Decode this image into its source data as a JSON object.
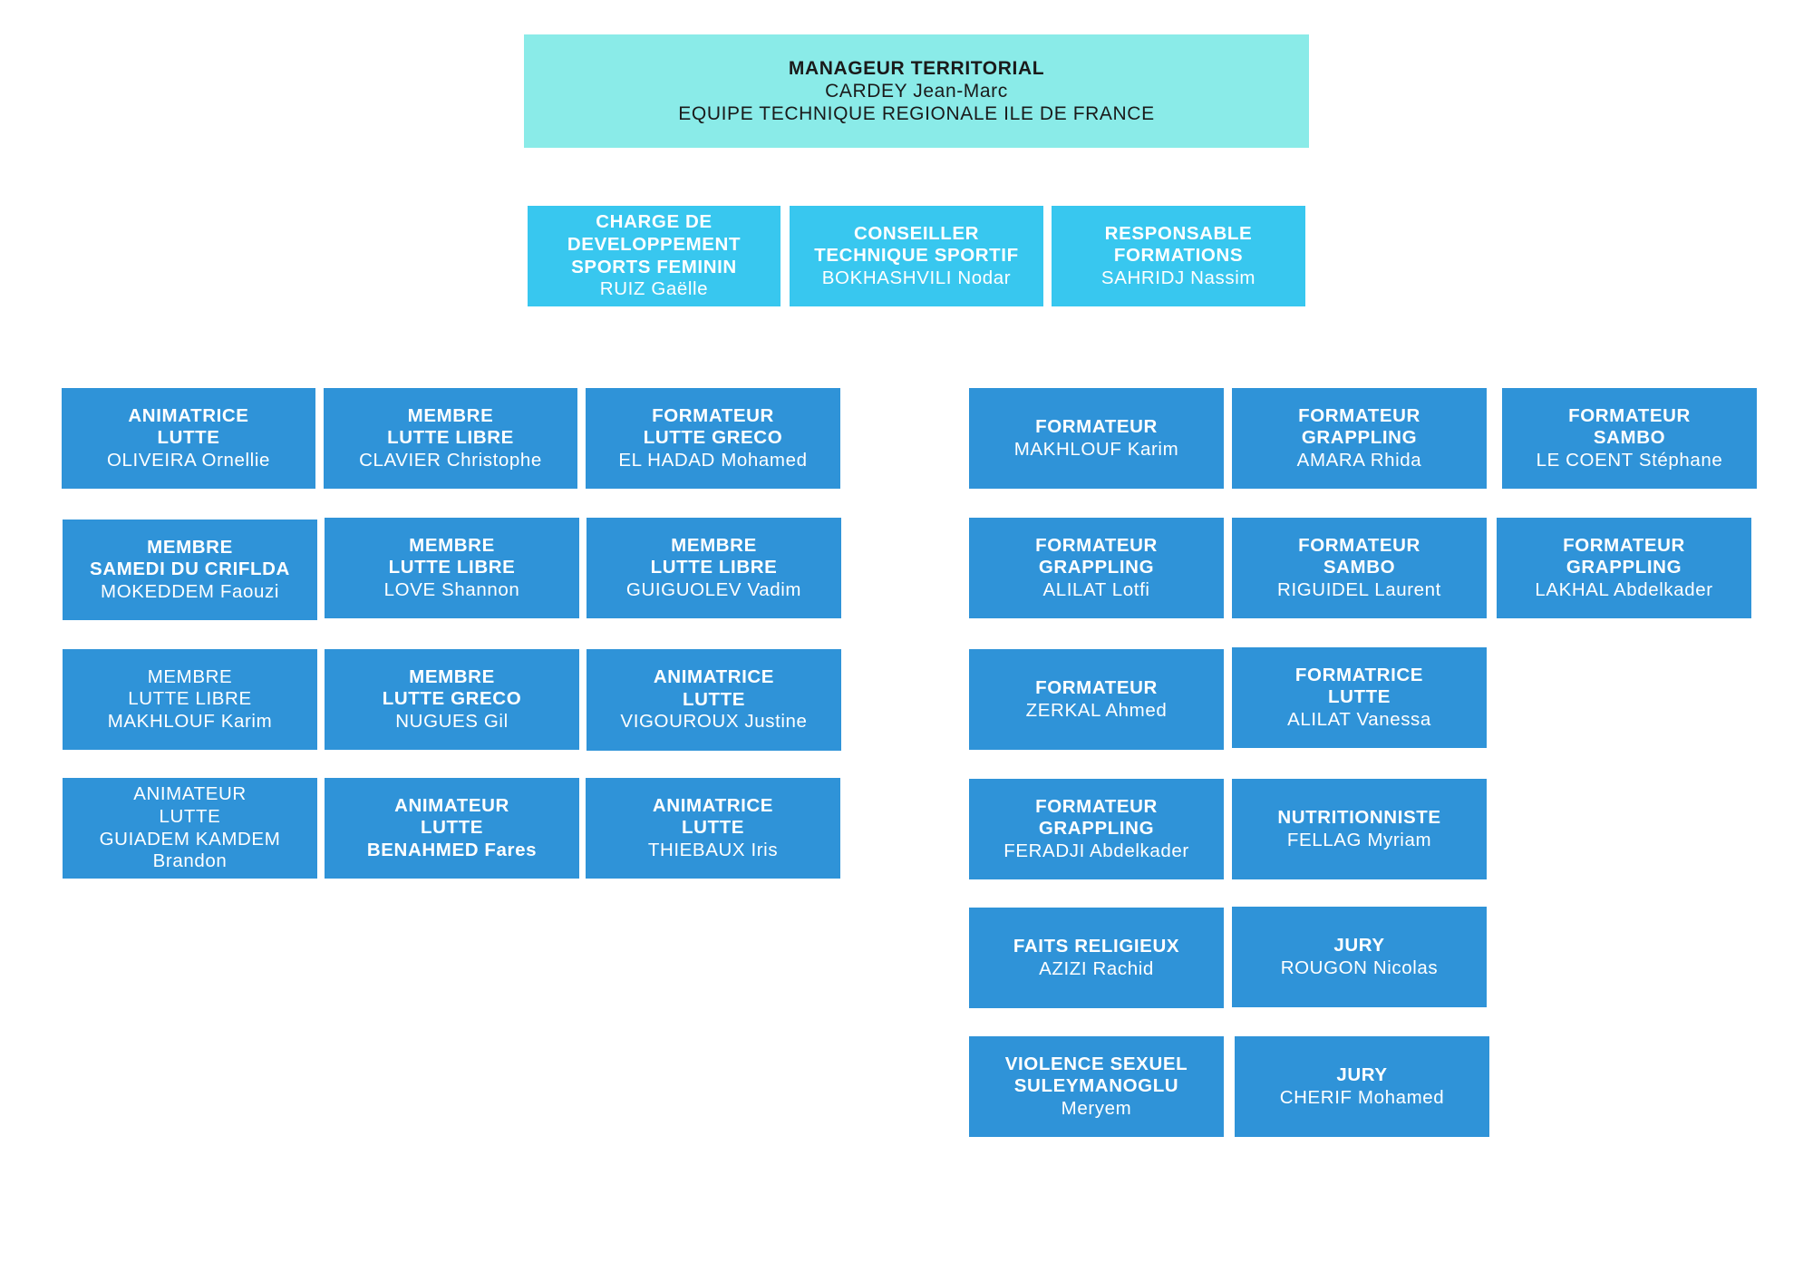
{
  "manager": {
    "role": "MANAGEUR  TERRITORIAL",
    "name": "CARDEY Jean-Marc",
    "team": "EQUIPE TECHNIQUE REGIONALE ILE DE FRANCE"
  },
  "level2": [
    {
      "role_lines": [
        "CHARGE DE",
        "DEVELOPPEMENT",
        "SPORTS FEMININ"
      ],
      "name": "RUIZ Gaëlle"
    },
    {
      "role_lines": [
        "CONSEILLER",
        "TECHNIQUE SPORTIF"
      ],
      "name": "BOKHASHVILI Nodar"
    },
    {
      "role_lines": [
        "RESPONSABLE",
        "FORMATIONS"
      ],
      "name": "SAHRIDJ Nassim"
    }
  ],
  "left_group": [
    {
      "lines": [
        "ANIMATRICE",
        "LUTTE"
      ],
      "name_lines": [
        "OLIVEIRA Ornellie"
      ]
    },
    {
      "lines": [
        "MEMBRE",
        "LUTTE LIBRE"
      ],
      "name_lines": [
        "CLAVIER Christophe"
      ]
    },
    {
      "lines": [
        "FORMATEUR",
        "LUTTE GRECO"
      ],
      "name_lines": [
        "EL HADAD Mohamed"
      ]
    },
    {
      "lines": [
        "MEMBRE",
        "SAMEDI DU CRIFLDA"
      ],
      "name_lines": [
        "MOKEDDEM Faouzi"
      ]
    },
    {
      "lines": [
        "MEMBRE",
        "LUTTE LIBRE"
      ],
      "name_lines": [
        "LOVE Shannon"
      ]
    },
    {
      "lines": [
        "MEMBRE",
        "LUTTE LIBRE"
      ],
      "name_lines": [
        "GUIGUOLEV Vadim"
      ]
    },
    {
      "lines": [],
      "name_lines": [
        "MEMBRE",
        "LUTTE LIBRE",
        "MAKHLOUF Karim"
      ]
    },
    {
      "lines": [
        "MEMBRE",
        "LUTTE GRECO"
      ],
      "name_lines": [
        "NUGUES Gil"
      ]
    },
    {
      "lines": [
        "ANIMATRICE",
        "LUTTE"
      ],
      "name_lines": [
        "VIGOUROUX Justine"
      ]
    },
    {
      "lines": [],
      "name_lines": [
        "ANIMATEUR",
        "LUTTE",
        "GUIADEM KAMDEM",
        "Brandon"
      ]
    },
    {
      "lines": [
        "ANIMATEUR",
        "LUTTE",
        "BENAHMED Fares"
      ],
      "name_lines": []
    },
    {
      "lines": [
        "ANIMATRICE",
        "LUTTE"
      ],
      "name_lines": [
        "THIEBAUX Iris"
      ]
    }
  ],
  "right_group": [
    {
      "lines": [
        "FORMATEUR"
      ],
      "name_lines": [
        "MAKHLOUF Karim"
      ]
    },
    {
      "lines": [
        "FORMATEUR",
        "GRAPPLING"
      ],
      "name_lines": [
        "AMARA Rhida"
      ]
    },
    {
      "lines": [
        "FORMATEUR",
        "SAMBO"
      ],
      "name_lines": [
        "LE COENT Stéphane"
      ]
    },
    {
      "lines": [
        "FORMATEUR",
        "GRAPPLING"
      ],
      "name_lines": [
        "ALILAT Lotfi"
      ]
    },
    {
      "lines": [
        "FORMATEUR",
        "SAMBO"
      ],
      "name_lines": [
        "RIGUIDEL Laurent"
      ]
    },
    {
      "lines": [
        "FORMATEUR",
        "GRAPPLING"
      ],
      "name_lines": [
        "LAKHAL Abdelkader"
      ]
    },
    {
      "lines": [
        "FORMATEUR"
      ],
      "name_lines": [
        "ZERKAL Ahmed"
      ]
    },
    {
      "lines": [
        "FORMATRICE",
        "LUTTE"
      ],
      "name_lines": [
        "ALILAT Vanessa"
      ]
    },
    {
      "lines": [
        "FORMATEUR",
        "GRAPPLING"
      ],
      "name_lines": [
        "FERADJI Abdelkader"
      ]
    },
    {
      "lines": [
        "NUTRITIONNISTE"
      ],
      "name_lines": [
        "FELLAG Myriam"
      ]
    },
    {
      "lines": [
        "FAITS RELIGIEUX"
      ],
      "name_lines": [
        "AZIZI Rachid"
      ]
    },
    {
      "lines": [
        "JURY"
      ],
      "name_lines": [
        "ROUGON Nicolas"
      ]
    },
    {
      "lines": [
        "VIOLENCE SEXUEL",
        "SULEYMANOGLU"
      ],
      "name_lines": [
        "Meryem"
      ]
    },
    {
      "lines": [
        "JURY"
      ],
      "name_lines": [
        "CHERIF Mohamed"
      ]
    }
  ],
  "colors": {
    "manager_fill": "#8aebe8",
    "level2_fill": "#38c7ef",
    "member_fill": "#2f93d8",
    "text_dark": "#1a1a1a",
    "text_light": "#ffffff"
  }
}
